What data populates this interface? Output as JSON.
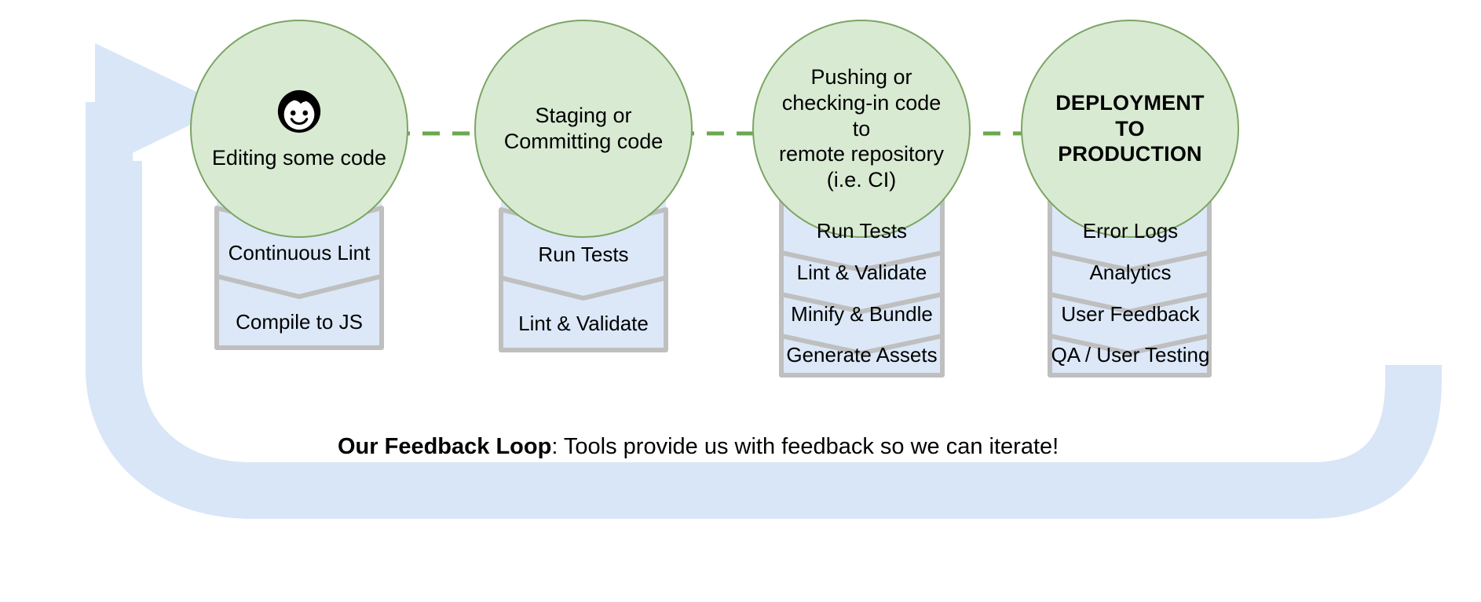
{
  "diagram": {
    "title": "Development Feedback Loop Pipeline",
    "colors": {
      "stage_fill": "#d9ead3",
      "stage_stroke": "#7ba563",
      "segment_fill": "#dce8f8",
      "segment_stroke": "#bfbfbf",
      "arrow_green": "#6aa84f",
      "loop_fill": "#d9e6f7",
      "loop_shadow": "#bdbdbd",
      "text": "#000000"
    },
    "columns": [
      {
        "id": "editing",
        "icon": "face-icon",
        "circle_label": "Editing some code",
        "circle_bold": false,
        "segments": [
          {
            "label": "Continuous Lint"
          },
          {
            "label": "Compile to JS"
          }
        ]
      },
      {
        "id": "staging",
        "icon": null,
        "circle_label": "Staging or\nCommitting code",
        "circle_bold": false,
        "segments": [
          {
            "label": "Run Tests"
          },
          {
            "label": "Lint & Validate"
          }
        ]
      },
      {
        "id": "pushing",
        "icon": null,
        "circle_label": "Pushing or\nchecking-in code to\nremote repository\n(i.e. CI)",
        "circle_bold": false,
        "segments": [
          {
            "label": "Run Tests"
          },
          {
            "label": "Lint & Validate"
          },
          {
            "label": "Minify & Bundle"
          },
          {
            "label": "Generate Assets"
          }
        ]
      },
      {
        "id": "deployment",
        "icon": null,
        "circle_label": "DEPLOYMENT TO\nPRODUCTION",
        "circle_bold": true,
        "segments": [
          {
            "label": "Error Logs"
          },
          {
            "label": "Analytics"
          },
          {
            "label": "User Feedback"
          },
          {
            "label": "QA / User Testing"
          }
        ]
      }
    ],
    "connectors": [
      {
        "from": "editing",
        "to": "staging",
        "style": "dashed-arrow"
      },
      {
        "from": "staging",
        "to": "pushing",
        "style": "dashed-arrow"
      },
      {
        "from": "pushing",
        "to": "deployment",
        "style": "dashed-arrow"
      }
    ],
    "feedback_loop": {
      "label_bold": "Our Feedback Loop",
      "label_rest": ": Tools provide us with feedback so we can iterate!",
      "arrow_direction": "right",
      "target": "editing"
    }
  }
}
